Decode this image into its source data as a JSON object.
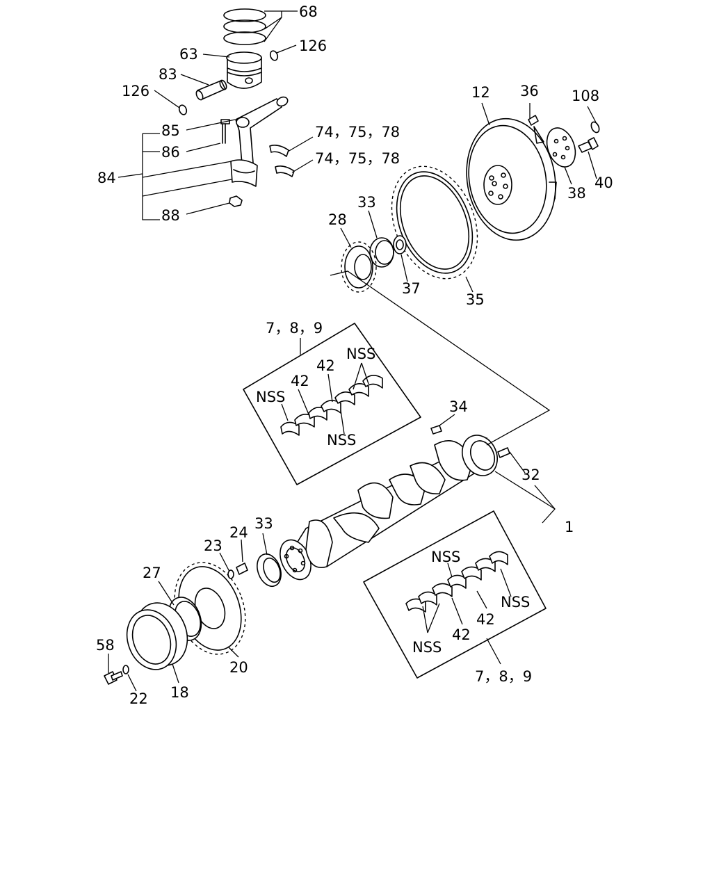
{
  "labels": {
    "l68": "68",
    "l126a": "126",
    "l63": "63",
    "l83": "83",
    "l126b": "126",
    "l85": "85",
    "l86": "86",
    "l84": "84",
    "l88": "88",
    "l747578a": "74，75，78",
    "l747578b": "74，75，78",
    "l12": "12",
    "l36": "36",
    "l108": "108",
    "l40": "40",
    "l38": "38",
    "l33a": "33",
    "l28": "28",
    "l37": "37",
    "l35": "35",
    "l789a": "7，8，9",
    "l42a": "42",
    "l42b": "42",
    "lnssa": "NSS",
    "lnssb": "NSS",
    "lnssc": "NSS",
    "l34": "34",
    "l32": "32",
    "l1": "1",
    "l33b": "33",
    "l24": "24",
    "l23": "23",
    "l27": "27",
    "l58": "58",
    "l22": "22",
    "l18": "18",
    "l20": "20",
    "lnssd": "NSS",
    "lnsse": "NSS",
    "lnssf": "NSS",
    "l42c": "42",
    "l42d": "42",
    "l789b": "7，8，9"
  }
}
